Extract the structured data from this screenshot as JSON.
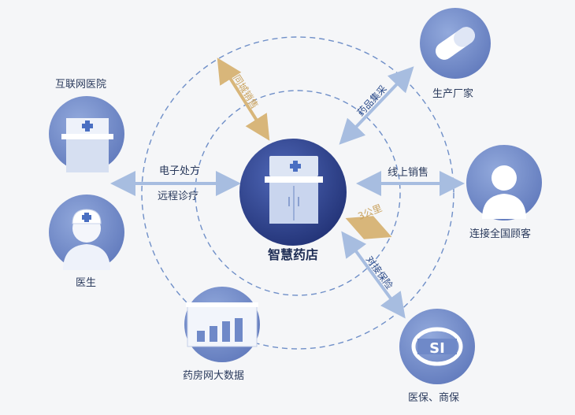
{
  "center": {
    "title": "智慧药店"
  },
  "nodes": {
    "manufacturer": "生产厂家",
    "internet_hospital": "互联网医院",
    "doctor": "医生",
    "customers": "连接全国顾客",
    "big_data": "药房网大数据",
    "insurance": "医保、商保"
  },
  "links": {
    "procurement": "药品集采",
    "same_city": "同城销售",
    "e_prescription": "电子处方",
    "telemedicine": "远程诊疗",
    "online_sales": "线上销售",
    "three_km": "3公里",
    "insurance_link": "对接保险"
  },
  "colors": {
    "circle_dark": "#2b3f8c",
    "circle_light": "#6f89c8",
    "arrow_blue": "#a7bde0",
    "arrow_gold": "#d8b67a",
    "dashed": "#6f8fc8",
    "text": "#2a3a5c"
  },
  "icons": [
    "medicine-cabinet-icon",
    "pill-capsule-icon",
    "hospital-cabinet-icon",
    "doctor-icon",
    "person-silhouette-icon",
    "bar-chart-icon",
    "csi-insurance-logo-icon"
  ]
}
